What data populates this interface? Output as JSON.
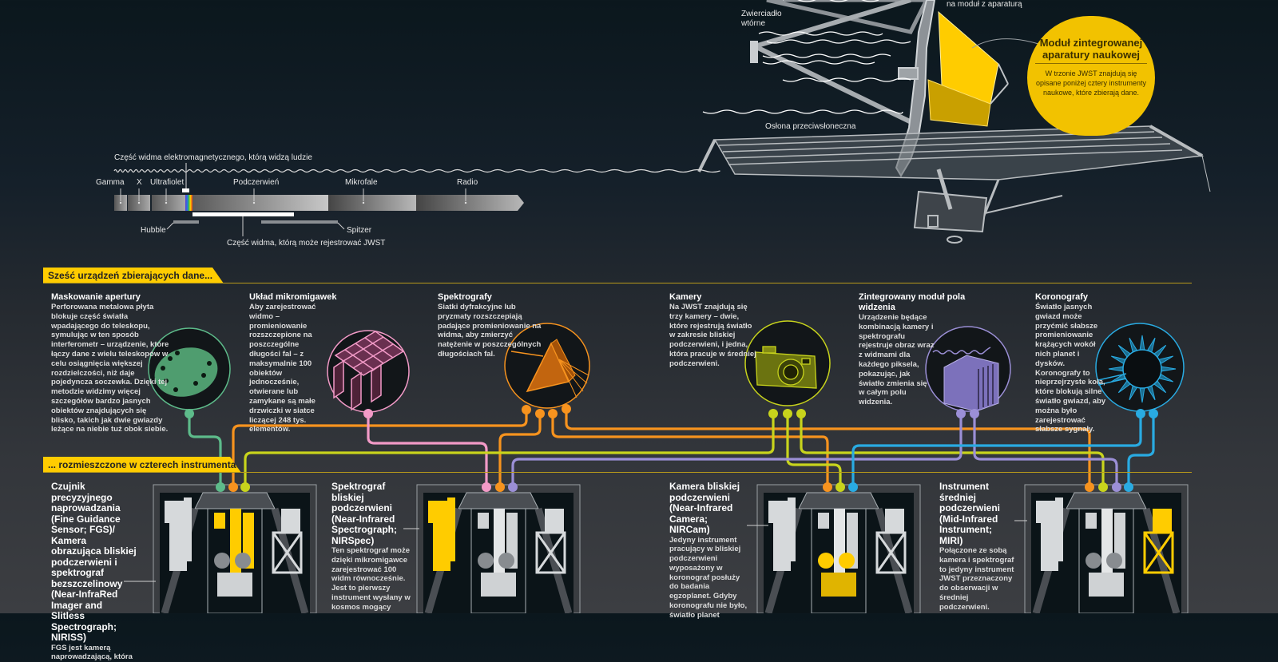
{
  "telescope": {
    "labels": {
      "secondary_mirror": "Zwierciadło wtórne",
      "to_instrument_module": "na moduł z aparaturą",
      "sunshield": "Osłona przeciwsłoneczna"
    },
    "isim_callout": {
      "title": "Moduł zintegrowanej aparatury naukowej",
      "body": "W trzonie JWST znajdują się opisane poniżej cztery instrumenty naukowe, które zbierają dane."
    },
    "colors": {
      "module_yellow": "#ffcc00",
      "structure_gray": "#c9cdd0"
    }
  },
  "spectrum": {
    "human_visible_label": "Część widma elektromagnetycznego, którą widzą ludzie",
    "bands": [
      {
        "name": "Gamma"
      },
      {
        "name": "X"
      },
      {
        "name": "Ultrafiolet"
      },
      {
        "name": "Podczerwień"
      },
      {
        "name": "Mikrofale"
      },
      {
        "name": "Radio"
      }
    ],
    "hubble_label": "Hubble",
    "spitzer_label": "Spitzer",
    "jwst_label": "Część widma, którą może rejestrować JWST"
  },
  "section_devices": {
    "banner": "Sześć urządzeń zbierających dane...",
    "devices": [
      {
        "id": "aperture-masking",
        "title": "Maskowanie apertury",
        "color": "#5dbb8a",
        "text": "Perforowana metalowa płyta blokuje część światła wpadającego do teleskopu, symulując w ten sposób interferometr – urządzenie, które łączy dane z wielu teleskopów w celu osiągnięcia większej rozdzielczości, niż daje pojedyncza soczewka. Dzięki tej metodzie widzimy więcej szczegółów bardzo jasnych obiektów znajdujących się blisko, takich jak dwie gwiazdy leżące na niebie tuż obok siebie.",
        "icon": "perforated-plate-icon"
      },
      {
        "id": "microshutters",
        "title": "Układ mikromigawek",
        "color": "#f29ac7",
        "text": "Aby zarejestrować widmo – promieniowanie rozszczepione na poszczególne długości fal – z maksymalnie 100 obiektów jednocześnie, otwierane lub zamykane są małe drzwiczki w siatce liczącej 248 tys. elementów.",
        "icon": "microshutter-grid-icon"
      },
      {
        "id": "spectrographs",
        "title": "Spektrografy",
        "color": "#f7931e",
        "text": "Siatki dyfrakcyjne lub pryzmaty rozszczepiają padające promieniowanie na widma, aby zmierzyć natężenie w poszczególnych długościach fal.",
        "icon": "prism-icon"
      },
      {
        "id": "cameras",
        "title": "Kamery",
        "color": "#c8d41c",
        "text": "Na JWST znajdują się trzy kamery – dwie, które rejestrują światło w zakresie bliskiej podczerwieni, i jedna, która pracuje w średniej podczerwieni.",
        "icon": "camera-icon"
      },
      {
        "id": "ifu",
        "title": "Zintegrowany moduł pola widzenia",
        "color": "#9b8fd6",
        "text": "Urządzenie będące kombinacją kamery i spektrografu rejestruje obraz wraz z widmami dla każdego piksela, pokazując, jak światło zmienia się w całym polu widzenia.",
        "icon": "image-slicer-icon"
      },
      {
        "id": "coronagraphs",
        "title": "Koronografy",
        "color": "#29abe2",
        "text": "Światło jasnych gwiazd może przyćmić słabsze promieniowanie krążących wokół nich planet i dysków. Koronografy to nieprzejrzyste koła, które blokują silne światło gwiazd, aby można było zarejestrować słabsze sygnały.",
        "icon": "coronagraph-sun-icon"
      }
    ]
  },
  "section_instruments": {
    "banner": "... rozmieszczone w czterech instrumentach",
    "instruments": [
      {
        "id": "fgs-niriss",
        "title": "Czujnik precyzyjnego naprowadzania (Fine Guidance Sensor; FGS)/ Kamera obrazująca bliskiej podczerwieni i spektrograf bezszczelinowy (Near-InfraRed Imager and Slitless Spectrograph; NIRISS)",
        "text": "FGS jest kamerą naprowadzającą, która",
        "devices": [
          "aperture-masking",
          "spectrographs",
          "cameras"
        ]
      },
      {
        "id": "nirspec",
        "title": "Spektrograf bliskiej podczerwieni (Near-Infrared Spectrograph; NIRSpec)",
        "text": "Ten spektrograf może dzięki mikromigawce zarejestrować 100 widm równocześnie. Jest to pierwszy instrument wysłany w kosmos mogący",
        "devices": [
          "microshutters",
          "spectrographs",
          "ifu"
        ]
      },
      {
        "id": "nircam",
        "title": "Kamera bliskiej podczerwieni (Near-Infrared Camera; NIRCam)",
        "text": "Jedyny instrument pracujący w bliskiej podczerwieni wyposażony w koronograf posłuży do badania egzoplanet. Gdyby koronografu nie było, światło planet",
        "devices": [
          "spectrographs",
          "cameras",
          "coronagraphs"
        ]
      },
      {
        "id": "miri",
        "title": "Instrument średniej podczerwieni (Mid-Infrared Instrument; MIRI)",
        "text": "Połączone ze sobą kamera i spektrograf to jedyny instrument JWST przeznaczony do obserwacji w średniej podczerwieni.",
        "devices": [
          "spectrographs",
          "cameras",
          "ifu",
          "coronagraphs"
        ]
      }
    ]
  }
}
